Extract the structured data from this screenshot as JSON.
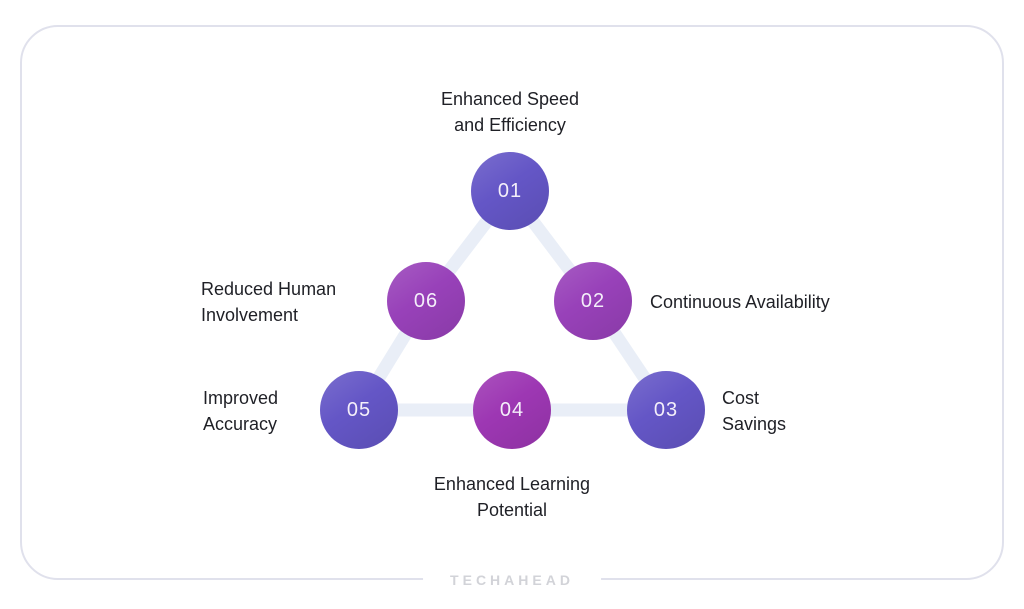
{
  "brand": {
    "logo_text": "TECHAHEAD",
    "logo_color": "#d2d3d8"
  },
  "diagram": {
    "type": "cycle-triangle-infographic",
    "connector_color": "#e9eef7",
    "nodes": [
      {
        "number": "01",
        "label": "Enhanced Speed and Efficiency",
        "label_lines": [
          "Enhanced Speed",
          "and Efficiency"
        ],
        "color": "#6456c6"
      },
      {
        "number": "02",
        "label": "Continuous Availability",
        "label_lines": [
          "Continuous Availability"
        ],
        "color": "#9841b9"
      },
      {
        "number": "03",
        "label": "Cost Savings",
        "label_lines": [
          "Cost",
          "Savings"
        ],
        "color": "#6456c6"
      },
      {
        "number": "04",
        "label": "Enhanced Learning Potential",
        "label_lines": [
          "Enhanced Learning",
          "Potential"
        ],
        "color": "#9d37b3"
      },
      {
        "number": "05",
        "label": "Improved Accuracy",
        "label_lines": [
          "Improved",
          "Accuracy"
        ],
        "color": "#6456c6"
      },
      {
        "number": "06",
        "label": "Reduced Human Involvement",
        "label_lines": [
          "Reduced Human",
          "Involvement"
        ],
        "color": "#9841b9"
      }
    ]
  }
}
